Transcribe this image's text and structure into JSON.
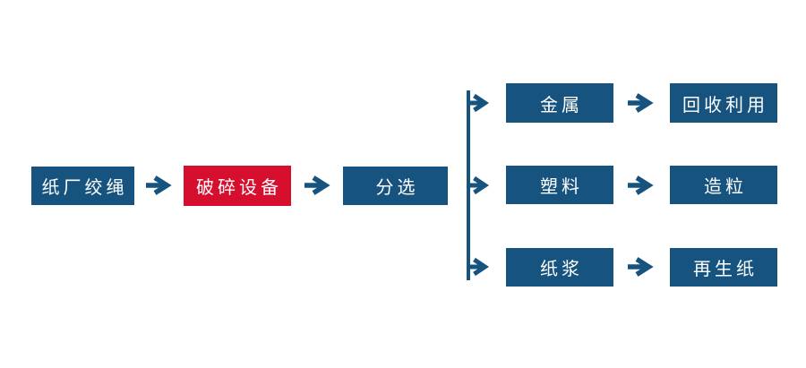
{
  "colors": {
    "blue": "#17537f",
    "red": "#d60f2e",
    "text": "#ffffff",
    "background": "#ffffff"
  },
  "flow": {
    "main": [
      {
        "id": "paper-mill-rope",
        "label": "纸厂绞绳",
        "variant": "blue"
      },
      {
        "id": "crushing-equipment",
        "label": "破碎设备",
        "variant": "red"
      },
      {
        "id": "sorting",
        "label": "分选",
        "variant": "blue"
      }
    ],
    "branches": [
      {
        "material": "金属",
        "result": "回收利用"
      },
      {
        "material": "塑料",
        "result": "造粒"
      },
      {
        "material": "纸浆",
        "result": "再生纸"
      }
    ]
  },
  "icons": {
    "arrow": "right-arrow"
  }
}
